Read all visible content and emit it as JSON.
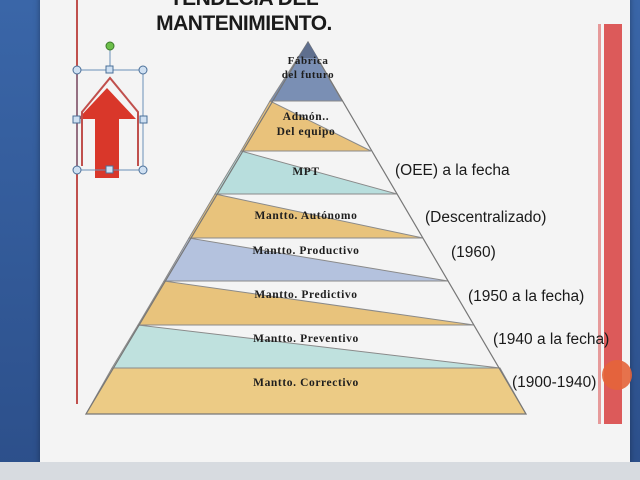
{
  "slide": {
    "title_line1": "TENDECIA DEL",
    "title_line2": "MANTENIMIENTO."
  },
  "pyramid": {
    "levels": [
      {
        "label_line1": "Fábrica",
        "label_line2": "del futuro",
        "color": "#7a8fb4"
      },
      {
        "label_line1": "Admón..",
        "label_line2": "Del equipo",
        "color": "#e9c27b"
      },
      {
        "label_line1": "MPT",
        "label_line2": "",
        "color": "#b8dedd"
      },
      {
        "label_line1": "Mantto. Autónomo",
        "label_line2": "",
        "color": "#e8c37c"
      },
      {
        "label_line1": "Mantto. Productivo",
        "label_line2": "",
        "color": "#b4c2de"
      },
      {
        "label_line1": "Mantto.  Predictivo",
        "label_line2": "",
        "color": "#e8c37c"
      },
      {
        "label_line1": "Mantto. Preventivo",
        "label_line2": "",
        "color": "#bfe1de"
      },
      {
        "label_line1": "Mantto. Correctivo",
        "label_line2": "",
        "color": "#eccb85"
      }
    ]
  },
  "notes": {
    "mpt": "(OEE) a la fecha",
    "autonomo": "(Descentralizado)",
    "productivo": "(1960)",
    "predictivo": "(1950 a la fecha)",
    "preventivo": "(1940 a la fecha)",
    "correctivo": "(1900-1940)"
  },
  "colors": {
    "arrow": "#d9372a",
    "left_border": "#c0504d",
    "right_bar": "#d94f4f",
    "selection_handle": "#6a8fb8",
    "rotation_handle": "#6cbf4a",
    "highlight_circle": "#e4643a"
  }
}
